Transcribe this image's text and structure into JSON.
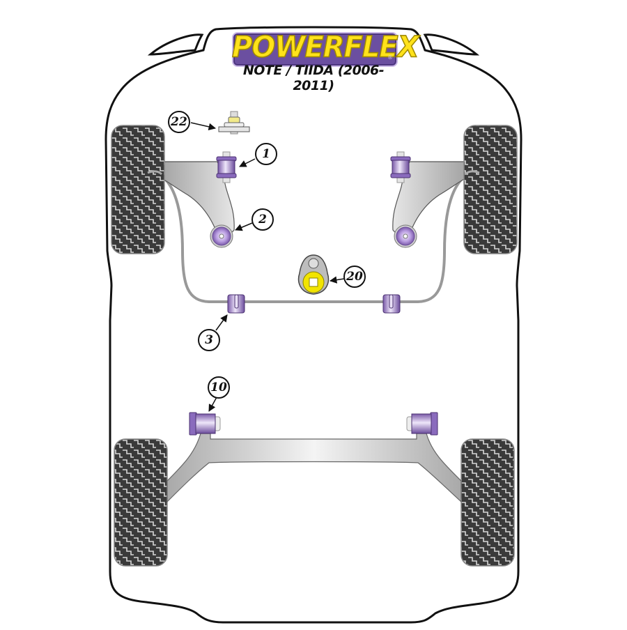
{
  "header": {
    "brand": "POWERFLEX",
    "registered_mark": "®",
    "subtitle": "NOTE / TIIDA (2006-2011)"
  },
  "colors": {
    "brand_purple": "#6b4fa0",
    "brand_yellow": "#ffe21a",
    "bush_purple": "#9b7fc9",
    "bush_yellow": "#f2e400",
    "arm_grey": "#c8c8c8",
    "tyre_dark": "#3c3c3c",
    "outline": "#111111"
  },
  "callouts": [
    {
      "id": "22",
      "label": "22",
      "part": "top-mount-bush"
    },
    {
      "id": "1",
      "label": "1",
      "part": "front-wishbone-front-bush"
    },
    {
      "id": "2",
      "label": "2",
      "part": "front-wishbone-rear-bush"
    },
    {
      "id": "20",
      "label": "20",
      "part": "engine-mount-insert"
    },
    {
      "id": "3",
      "label": "3",
      "part": "anti-roll-bar-bush"
    },
    {
      "id": "10",
      "label": "10",
      "part": "rear-beam-bush"
    }
  ]
}
